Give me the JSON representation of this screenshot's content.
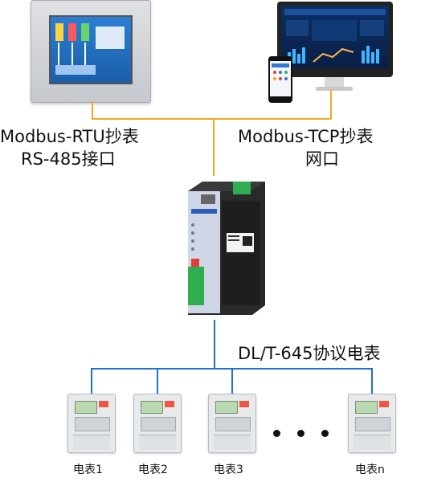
{
  "labels": {
    "rtu_line1": "Modbus-RTU抄表",
    "rtu_line2": "RS-485接口",
    "tcp_line1": "Modbus-TCP抄表",
    "tcp_line2": "网口",
    "protocol": "DL/T-645协议电表"
  },
  "meters": [
    "电表1",
    "电表2",
    "电表3",
    "电表n"
  ],
  "colors": {
    "rtu_line": "#f5a623",
    "bus_line": "#1f6fd1",
    "screen": "#1a5ea8"
  }
}
